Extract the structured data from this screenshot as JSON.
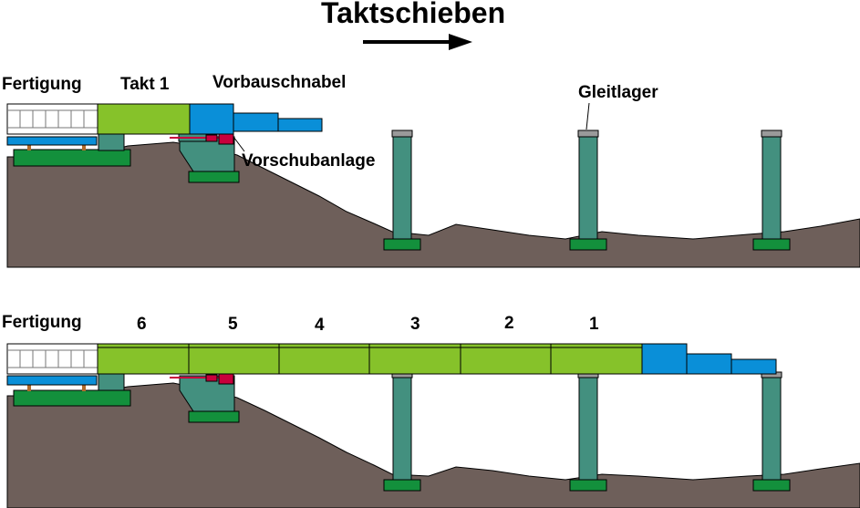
{
  "title": "Taktschieben",
  "top": {
    "fertigung": "Fertigung",
    "takt": "Takt 1",
    "vorbauschnabel": "Vorbauschnabel",
    "gleitlager": "Gleitlager",
    "vorschubanlage": "Vorschubanlage"
  },
  "bottom": {
    "fertigung": "Fertigung",
    "segments": [
      "6",
      "5",
      "4",
      "3",
      "2",
      "1"
    ]
  },
  "colors": {
    "ground": "#6e5f5a",
    "pier": "#43907f",
    "foundation": "#13903c",
    "deck": "#86c22a",
    "nose": "#0a8fd8",
    "bearing": "#9a9a9a",
    "jack": "#c8003c"
  }
}
